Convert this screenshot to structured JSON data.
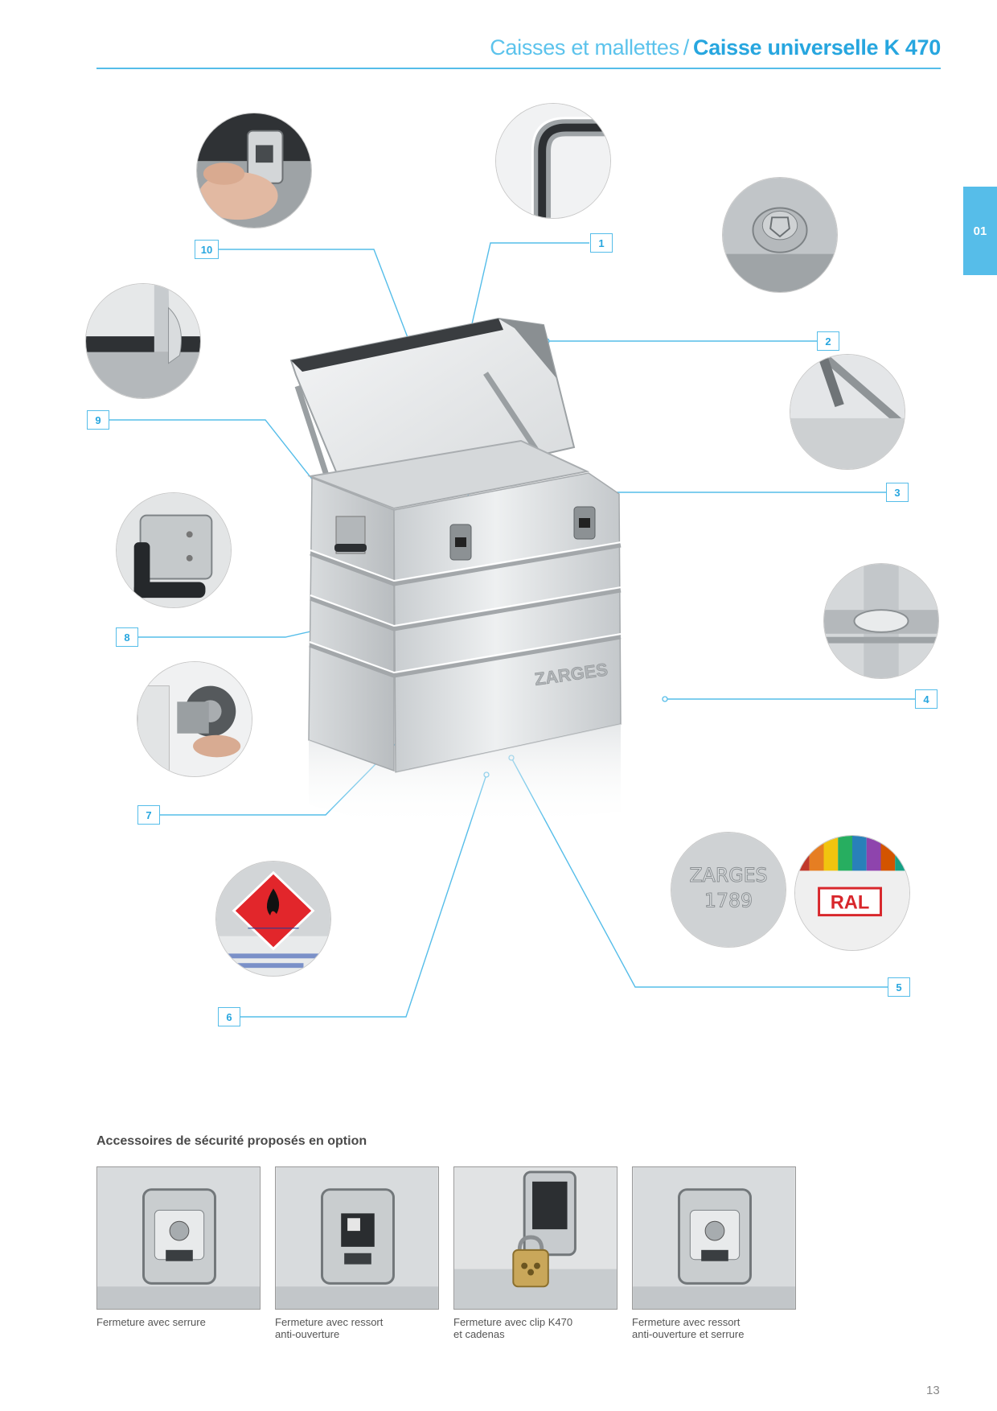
{
  "header": {
    "category": "Caisses et mallettes",
    "separator": "/",
    "product": "Caisse universelle K 470"
  },
  "side_tab": {
    "label": "01"
  },
  "colors": {
    "accent": "#55bde9",
    "accent_dark": "#27a6df"
  },
  "callouts": [
    "1",
    "2",
    "3",
    "4",
    "5",
    "6",
    "7",
    "8",
    "9",
    "10"
  ],
  "product_photo": {
    "logo_text": "ZARGES"
  },
  "details": {
    "stamp": {
      "line1": "ZARGES",
      "line2": "1789"
    },
    "ral": {
      "label": "RAL"
    }
  },
  "accessories": {
    "heading": "Accessoires de sécurité proposés en option",
    "items": [
      {
        "caption": "Fermeture avec serrure"
      },
      {
        "caption": "Fermeture avec ressort\nanti-ouverture"
      },
      {
        "caption": "Fermeture avec clip K470\net cadenas"
      },
      {
        "caption": "Fermeture avec ressort\nanti-ouverture et serrure"
      }
    ]
  },
  "page_number": "13"
}
